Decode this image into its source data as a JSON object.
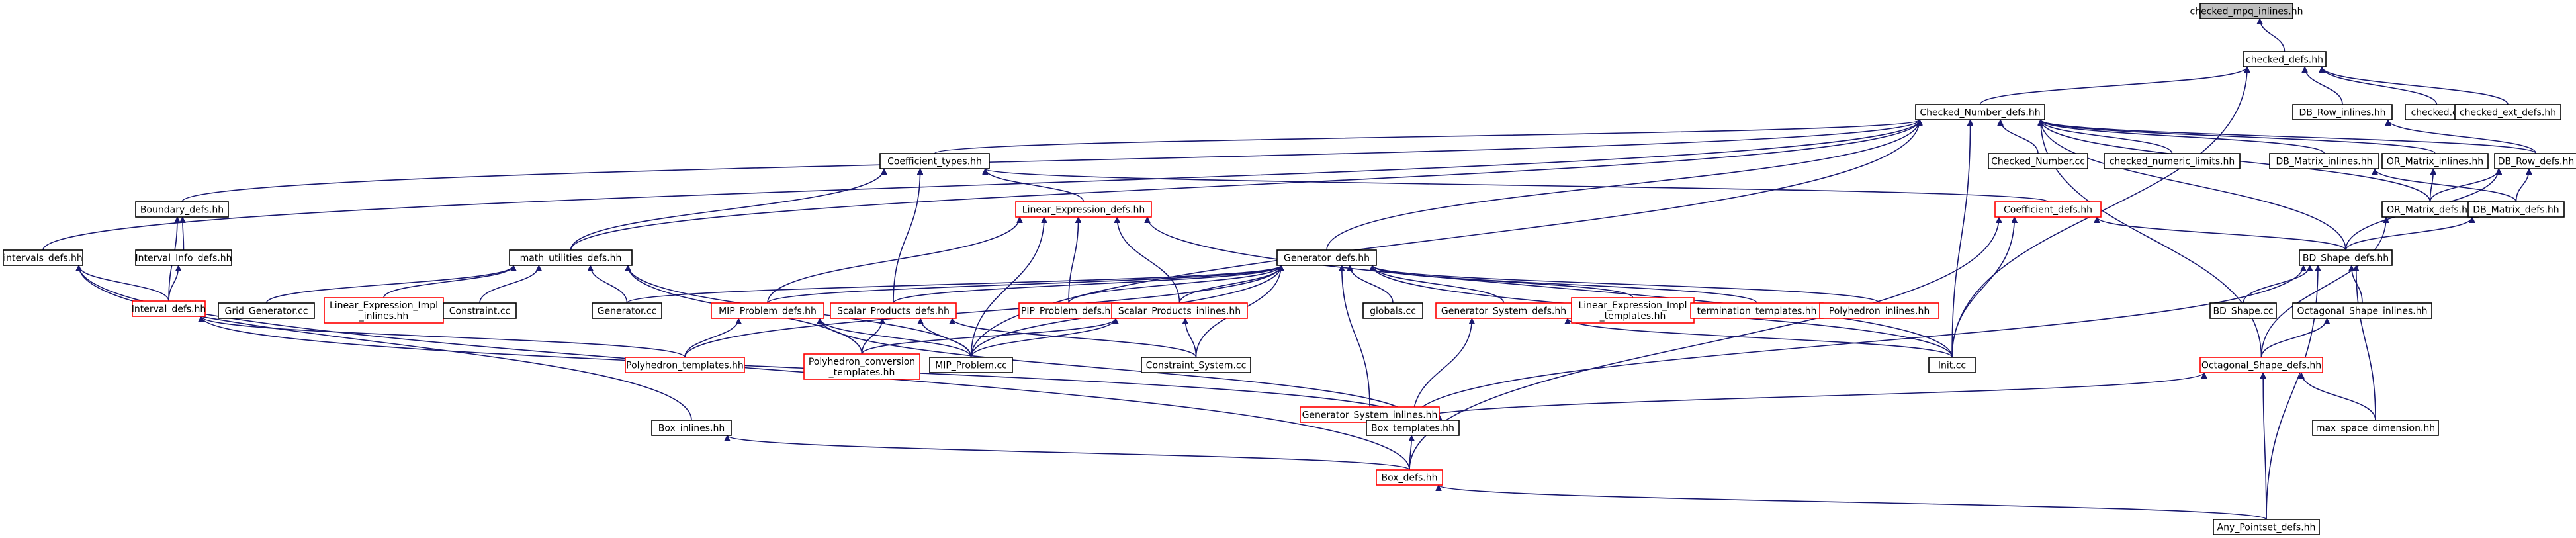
{
  "graph": {
    "colors": {
      "edge": "#191970",
      "focus_fill": "#bfbfbf",
      "truncated_border": "#ff0000",
      "normal_border": "#000000",
      "text": "#000000"
    },
    "nodes": [
      {
        "id": "checked_mpq_inlines",
        "label": "checked_mpq_inlines.hh",
        "focus": true
      },
      {
        "id": "checked_defs",
        "label": "checked_defs.hh"
      },
      {
        "id": "checked_number_defs",
        "label": "Checked_Number_defs.hh"
      },
      {
        "id": "db_row_inlines",
        "label": "DB_Row_inlines.hh"
      },
      {
        "id": "checked_cc",
        "label": "checked.cc"
      },
      {
        "id": "checked_ext_defs",
        "label": "checked_ext_defs.hh"
      },
      {
        "id": "coefficient_types",
        "label": "Coefficient_types.hh"
      },
      {
        "id": "checked_number_cc",
        "label": "Checked_Number.cc"
      },
      {
        "id": "checked_numeric_limits",
        "label": "checked_numeric_limits.hh"
      },
      {
        "id": "db_matrix_inlines",
        "label": "DB_Matrix_inlines.hh"
      },
      {
        "id": "or_matrix_inlines",
        "label": "OR_Matrix_inlines.hh"
      },
      {
        "id": "db_row_defs",
        "label": "DB_Row_defs.hh"
      },
      {
        "id": "boundary_defs",
        "label": "Boundary_defs.hh"
      },
      {
        "id": "linear_expression_defs",
        "label": "Linear_Expression_defs.hh",
        "truncated": true
      },
      {
        "id": "coefficient_defs",
        "label": "Coefficient_defs.hh",
        "truncated": true
      },
      {
        "id": "or_matrix_defs",
        "label": "OR_Matrix_defs.hh"
      },
      {
        "id": "db_matrix_defs",
        "label": "DB_Matrix_defs.hh"
      },
      {
        "id": "intervals_defs",
        "label": "intervals_defs.hh"
      },
      {
        "id": "interval_info_defs",
        "label": "Interval_Info_defs.hh"
      },
      {
        "id": "math_utilities_defs",
        "label": "math_utilities_defs.hh"
      },
      {
        "id": "generator_defs",
        "label": "Generator_defs.hh"
      },
      {
        "id": "bd_shape_defs",
        "label": "BD_Shape_defs.hh"
      },
      {
        "id": "interval_defs",
        "label": "Interval_defs.hh",
        "truncated": true
      },
      {
        "id": "grid_generator_cc",
        "label": "Grid_Generator.cc"
      },
      {
        "id": "linear_expression_impl_inlines",
        "label": [
          "Linear_Expression_Impl",
          "_inlines.hh"
        ],
        "truncated": true
      },
      {
        "id": "constraint_cc",
        "label": "Constraint.cc"
      },
      {
        "id": "generator_cc",
        "label": "Generator.cc"
      },
      {
        "id": "mip_problem_defs",
        "label": "MIP_Problem_defs.hh",
        "truncated": true
      },
      {
        "id": "scalar_products_defs",
        "label": "Scalar_Products_defs.hh",
        "truncated": true
      },
      {
        "id": "pip_problem_defs",
        "label": "PIP_Problem_defs.hh",
        "truncated": true
      },
      {
        "id": "scalar_products_inlines",
        "label": "Scalar_Products_inlines.hh",
        "truncated": true
      },
      {
        "id": "globals_cc",
        "label": "globals.cc"
      },
      {
        "id": "generator_system_defs",
        "label": "Generator_System_defs.hh",
        "truncated": true
      },
      {
        "id": "linear_expression_impl_templates",
        "label": [
          "Linear_Expression_Impl",
          "_templates.hh"
        ],
        "truncated": true
      },
      {
        "id": "termination_templates",
        "label": "termination_templates.hh",
        "truncated": true
      },
      {
        "id": "polyhedron_inlines",
        "label": "Polyhedron_inlines.hh",
        "truncated": true
      },
      {
        "id": "bd_shape_cc",
        "label": "BD_Shape.cc"
      },
      {
        "id": "octagonal_shape_inlines",
        "label": "Octagonal_Shape_inlines.hh"
      },
      {
        "id": "polyhedron_templates",
        "label": "Polyhedron_templates.hh",
        "truncated": true
      },
      {
        "id": "polyhedron_conversion_templates",
        "label": [
          "Polyhedron_conversion",
          "_templates.hh"
        ],
        "truncated": true
      },
      {
        "id": "mip_problem_cc",
        "label": "MIP_Problem.cc"
      },
      {
        "id": "constraint_system_cc",
        "label": "Constraint_System.cc"
      },
      {
        "id": "generator_system_inlines",
        "label": "Generator_System_inlines.hh",
        "truncated": true
      },
      {
        "id": "init_cc",
        "label": "Init.cc"
      },
      {
        "id": "octagonal_shape_defs",
        "label": "Octagonal_Shape_defs.hh",
        "truncated": true
      },
      {
        "id": "box_inlines",
        "label": "Box_inlines.hh"
      },
      {
        "id": "box_templates",
        "label": "Box_templates.hh"
      },
      {
        "id": "max_space_dimension",
        "label": "max_space_dimension.hh"
      },
      {
        "id": "box_defs",
        "label": "Box_defs.hh",
        "truncated": true
      },
      {
        "id": "any_pointset_defs",
        "label": "Any_Pointset_defs.hh"
      }
    ],
    "edges": [
      [
        "checked_defs",
        "checked_mpq_inlines"
      ],
      [
        "checked_number_defs",
        "checked_defs"
      ],
      [
        "db_row_inlines",
        "checked_defs"
      ],
      [
        "checked_cc",
        "checked_defs"
      ],
      [
        "checked_ext_defs",
        "checked_defs"
      ],
      [
        "init_cc",
        "checked_defs"
      ],
      [
        "coefficient_types",
        "checked_number_defs"
      ],
      [
        "checked_number_cc",
        "checked_number_defs"
      ],
      [
        "checked_numeric_limits",
        "checked_number_defs"
      ],
      [
        "db_matrix_inlines",
        "checked_number_defs"
      ],
      [
        "or_matrix_inlines",
        "checked_number_defs"
      ],
      [
        "db_row_defs",
        "checked_number_defs"
      ],
      [
        "boundary_defs",
        "checked_number_defs"
      ],
      [
        "intervals_defs",
        "checked_number_defs"
      ],
      [
        "math_utilities_defs",
        "checked_number_defs"
      ],
      [
        "generator_defs",
        "checked_number_defs"
      ],
      [
        "mip_problem_cc",
        "checked_number_defs"
      ],
      [
        "bd_shape_defs",
        "checked_number_defs"
      ],
      [
        "octagonal_shape_defs",
        "checked_number_defs"
      ],
      [
        "init_cc",
        "checked_number_defs"
      ],
      [
        "or_matrix_defs",
        "checked_number_defs"
      ],
      [
        "db_row_defs",
        "db_row_inlines"
      ],
      [
        "or_matrix_defs",
        "or_matrix_inlines"
      ],
      [
        "db_matrix_defs",
        "db_matrix_inlines"
      ],
      [
        "or_matrix_defs",
        "db_row_defs"
      ],
      [
        "db_matrix_defs",
        "db_row_defs"
      ],
      [
        "bd_shape_defs",
        "db_row_defs"
      ],
      [
        "linear_expression_defs",
        "coefficient_types"
      ],
      [
        "math_utilities_defs",
        "coefficient_types"
      ],
      [
        "coefficient_defs",
        "coefficient_types"
      ],
      [
        "scalar_products_defs",
        "coefficient_types"
      ],
      [
        "interval_info_defs",
        "boundary_defs"
      ],
      [
        "interval_defs",
        "boundary_defs"
      ],
      [
        "mip_problem_defs",
        "linear_expression_defs"
      ],
      [
        "pip_problem_defs",
        "linear_expression_defs"
      ],
      [
        "scalar_products_inlines",
        "linear_expression_defs"
      ],
      [
        "mip_problem_cc",
        "linear_expression_defs"
      ],
      [
        "init_cc",
        "linear_expression_defs"
      ],
      [
        "bd_shape_defs",
        "coefficient_defs"
      ],
      [
        "init_cc",
        "coefficient_defs"
      ],
      [
        "box_defs",
        "coefficient_defs"
      ],
      [
        "bd_shape_defs",
        "db_matrix_defs"
      ],
      [
        "octagonal_shape_defs",
        "or_matrix_defs"
      ],
      [
        "interval_defs",
        "intervals_defs"
      ],
      [
        "box_inlines",
        "intervals_defs"
      ],
      [
        "interval_defs",
        "interval_info_defs"
      ],
      [
        "grid_generator_cc",
        "math_utilities_defs"
      ],
      [
        "linear_expression_impl_inlines",
        "math_utilities_defs"
      ],
      [
        "constraint_cc",
        "math_utilities_defs"
      ],
      [
        "generator_cc",
        "math_utilities_defs"
      ],
      [
        "mip_problem_cc",
        "math_utilities_defs"
      ],
      [
        "polyhedron_conversion_templates",
        "math_utilities_defs"
      ],
      [
        "generator_cc",
        "generator_defs"
      ],
      [
        "mip_problem_defs",
        "generator_defs"
      ],
      [
        "scalar_products_defs",
        "generator_defs"
      ],
      [
        "pip_problem_defs",
        "generator_defs"
      ],
      [
        "scalar_products_inlines",
        "generator_defs"
      ],
      [
        "globals_cc",
        "generator_defs"
      ],
      [
        "generator_system_defs",
        "generator_defs"
      ],
      [
        "linear_expression_impl_templates",
        "generator_defs"
      ],
      [
        "termination_templates",
        "generator_defs"
      ],
      [
        "polyhedron_inlines",
        "generator_defs"
      ],
      [
        "generator_system_inlines",
        "generator_defs"
      ],
      [
        "polyhedron_templates",
        "generator_defs"
      ],
      [
        "mip_problem_cc",
        "generator_defs"
      ],
      [
        "constraint_system_cc",
        "generator_defs"
      ],
      [
        "init_cc",
        "generator_defs"
      ],
      [
        "bd_shape_cc",
        "bd_shape_defs"
      ],
      [
        "octagonal_shape_inlines",
        "bd_shape_defs"
      ],
      [
        "box_templates",
        "bd_shape_defs"
      ],
      [
        "max_space_dimension",
        "bd_shape_defs"
      ],
      [
        "any_pointset_defs",
        "bd_shape_defs"
      ],
      [
        "polyhedron_templates",
        "interval_defs"
      ],
      [
        "box_templates",
        "interval_defs"
      ],
      [
        "polyhedron_templates",
        "mip_problem_defs"
      ],
      [
        "mip_problem_cc",
        "mip_problem_defs"
      ],
      [
        "box_templates",
        "mip_problem_defs"
      ],
      [
        "polyhedron_conversion_templates",
        "scalar_products_defs"
      ],
      [
        "mip_problem_cc",
        "scalar_products_defs"
      ],
      [
        "constraint_system_cc",
        "scalar_products_defs"
      ],
      [
        "polyhedron_conversion_templates",
        "scalar_products_inlines"
      ],
      [
        "mip_problem_cc",
        "scalar_products_inlines"
      ],
      [
        "constraint_system_cc",
        "scalar_products_inlines"
      ],
      [
        "box_templates",
        "generator_system_defs"
      ],
      [
        "init_cc",
        "generator_system_defs"
      ],
      [
        "octagonal_shape_defs",
        "octagonal_shape_inlines"
      ],
      [
        "box_templates",
        "generator_system_inlines"
      ],
      [
        "box_templates",
        "octagonal_shape_defs"
      ],
      [
        "max_space_dimension",
        "octagonal_shape_defs"
      ],
      [
        "any_pointset_defs",
        "octagonal_shape_defs"
      ],
      [
        "box_defs",
        "box_inlines"
      ],
      [
        "box_defs",
        "box_templates"
      ],
      [
        "box_defs",
        "intervals_defs"
      ],
      [
        "any_pointset_defs",
        "box_defs"
      ]
    ]
  }
}
